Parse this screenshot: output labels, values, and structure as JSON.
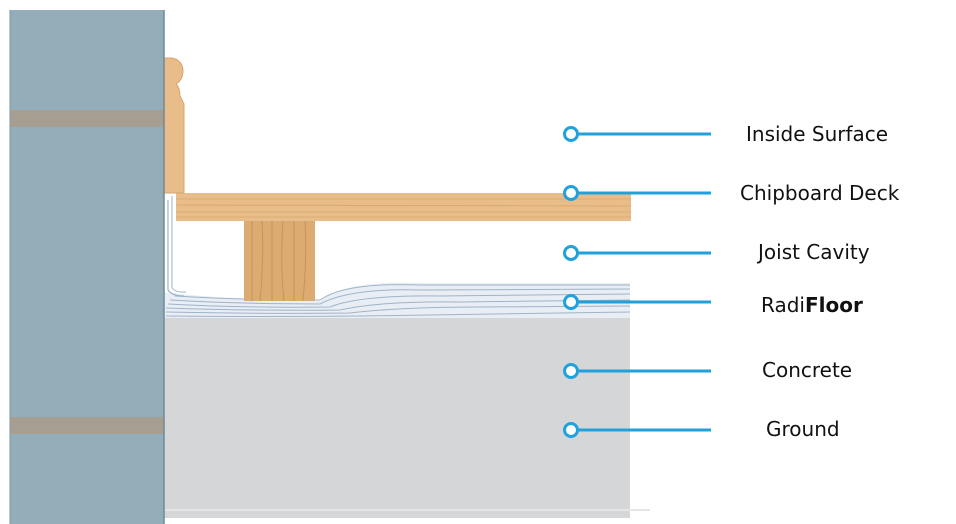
{
  "colors": {
    "brick": "#93adb9",
    "brick_edge": "#6f8a96",
    "mortar": "#a69e91",
    "timber": "#e8bd8a",
    "timber_dark": "#d9a46d",
    "joist": "#dcab72",
    "concrete": "#d4d6d8",
    "radifloor": "#e9eef4",
    "radifloor_lines": "#9fb3c8",
    "leader": "#1fa2dc"
  },
  "labels": {
    "inside_surface": "Inside Surface",
    "chipboard_deck": "Chipboard Deck",
    "joist_cavity": "Joist Cavity",
    "radifloor_prefix": "Radi",
    "radifloor_bold": "Floor",
    "concrete": "Concrete",
    "ground": "Ground"
  }
}
